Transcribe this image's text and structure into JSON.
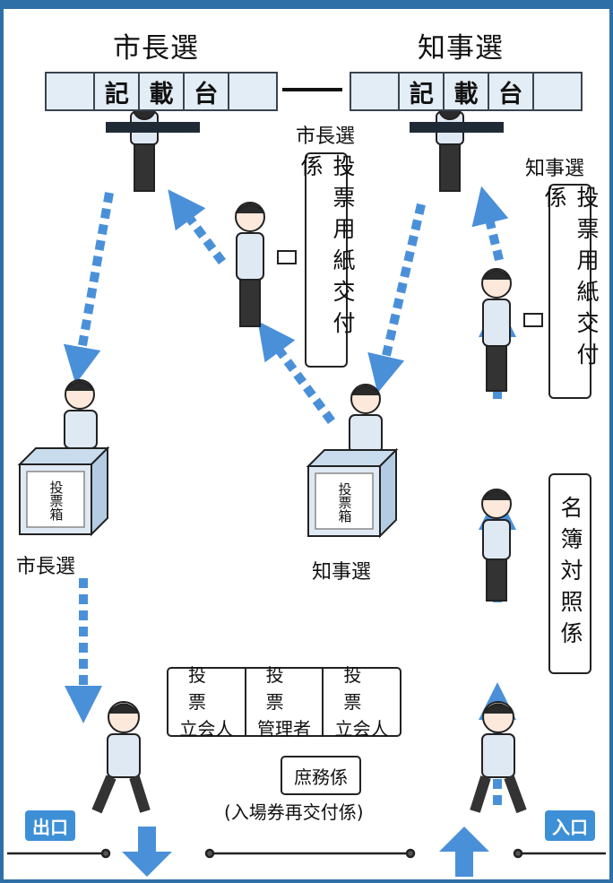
{
  "titles": {
    "mayor": "市長選",
    "governor": "知事選"
  },
  "desks": {
    "mayor": [
      "記",
      "載",
      "台"
    ],
    "governor": [
      "記",
      "載",
      "台"
    ]
  },
  "labels": {
    "mayor_issuer": "市長選",
    "governor_issuer": "知事選",
    "mayor_box": "市長選",
    "governor_box": "知事選"
  },
  "boxes": {
    "mayor_issuer_role": "投票用紙交付係",
    "governor_issuer_role": "投票用紙交付係",
    "roster_role": "名簿対照係"
  },
  "ballot_box_label": "投票箱",
  "staff_table": [
    {
      "top": "投票",
      "bottom": "立会人"
    },
    {
      "top": "投票",
      "bottom": "管理者"
    },
    {
      "top": "投票",
      "bottom": "立会人"
    }
  ],
  "clerk": {
    "label": "庶務係",
    "sub": "(入場券再交付係)"
  },
  "badges": {
    "exit": "出口",
    "entrance": "入口"
  },
  "colors": {
    "arrow": "#4a90d9",
    "frame": "#2e6fa8",
    "badge": "#3d8fd6",
    "desk": "#e3edf6"
  }
}
